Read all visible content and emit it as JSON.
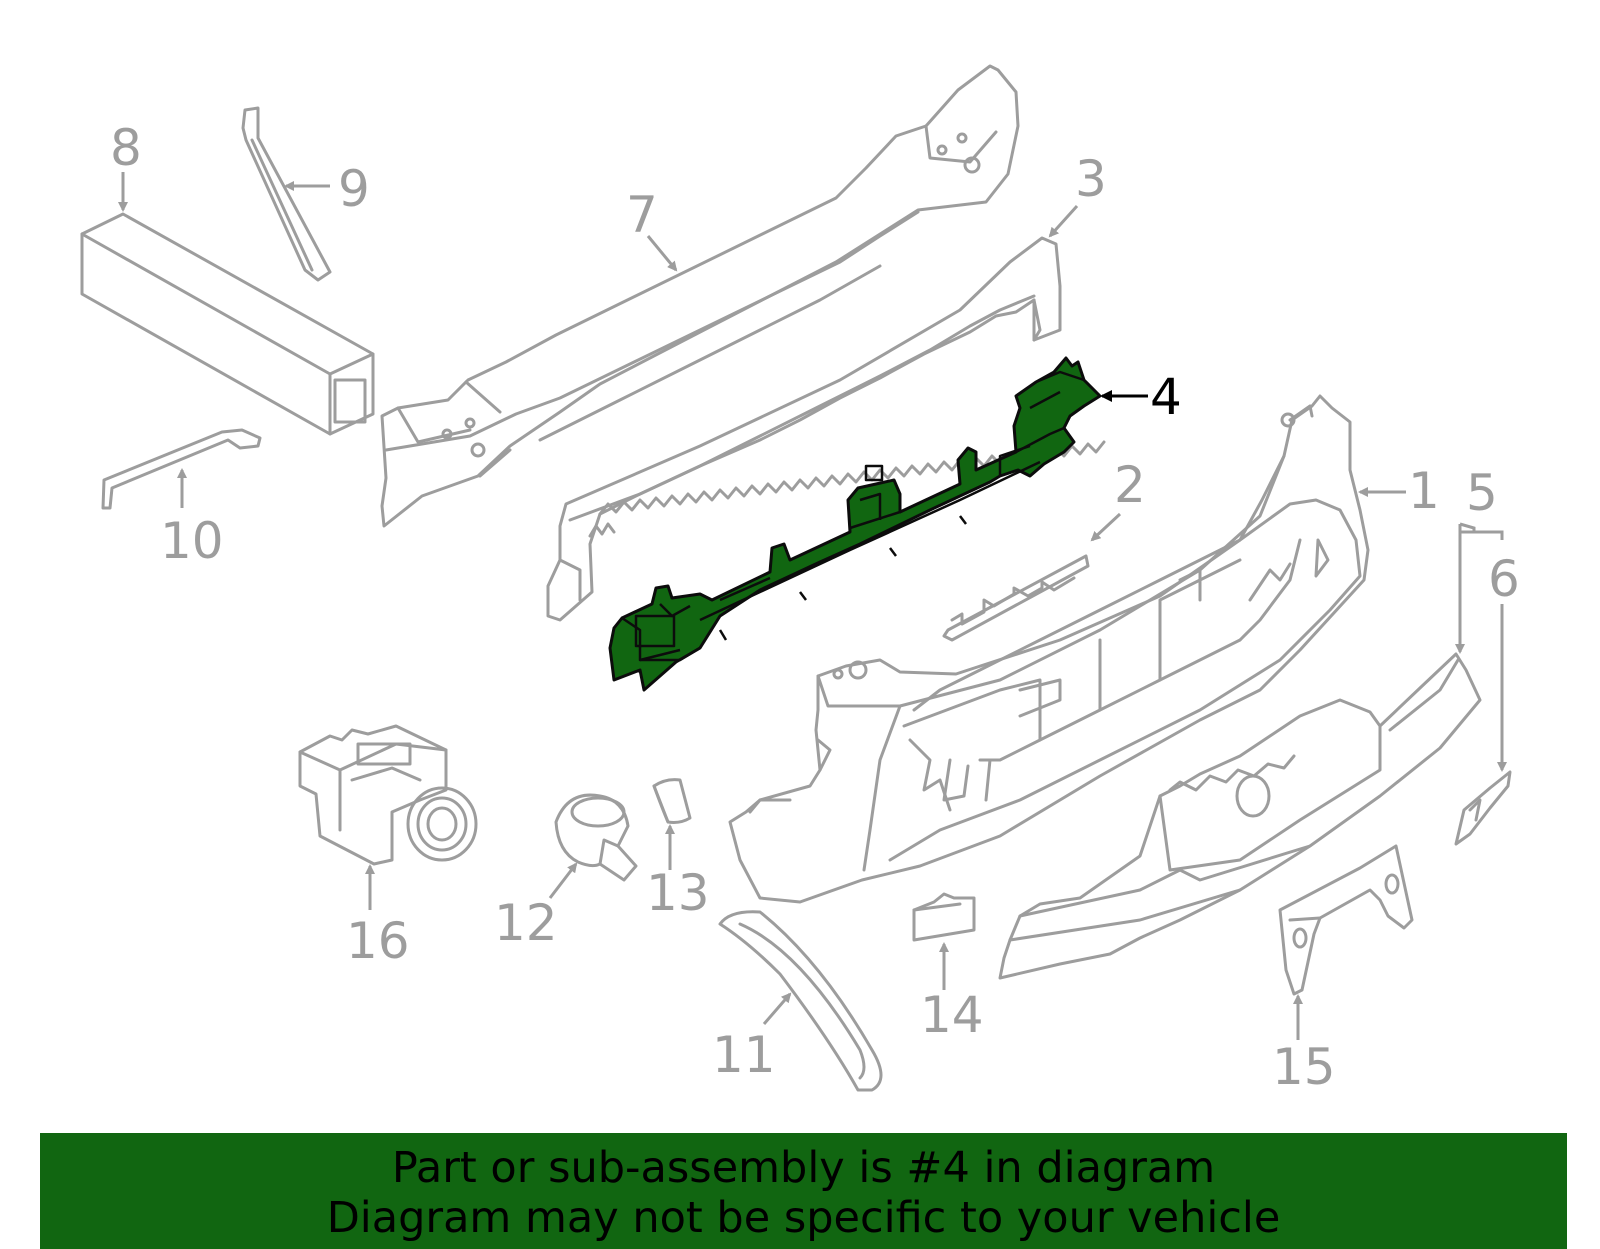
{
  "callouts": {
    "c1": "1",
    "c2": "2",
    "c3": "3",
    "c4": "4",
    "c5": "5",
    "c6": "6",
    "c7": "7",
    "c8": "8",
    "c9": "9",
    "c10": "10",
    "c11": "11",
    "c12": "12",
    "c13": "13",
    "c14": "14",
    "c15": "15",
    "c16": "16"
  },
  "highlight_color": "#116611",
  "line_color": "#9d9d9d",
  "banner": {
    "line1": "Part or sub-assembly is #4 in diagram",
    "line2": "Diagram may not be specific to your vehicle"
  }
}
